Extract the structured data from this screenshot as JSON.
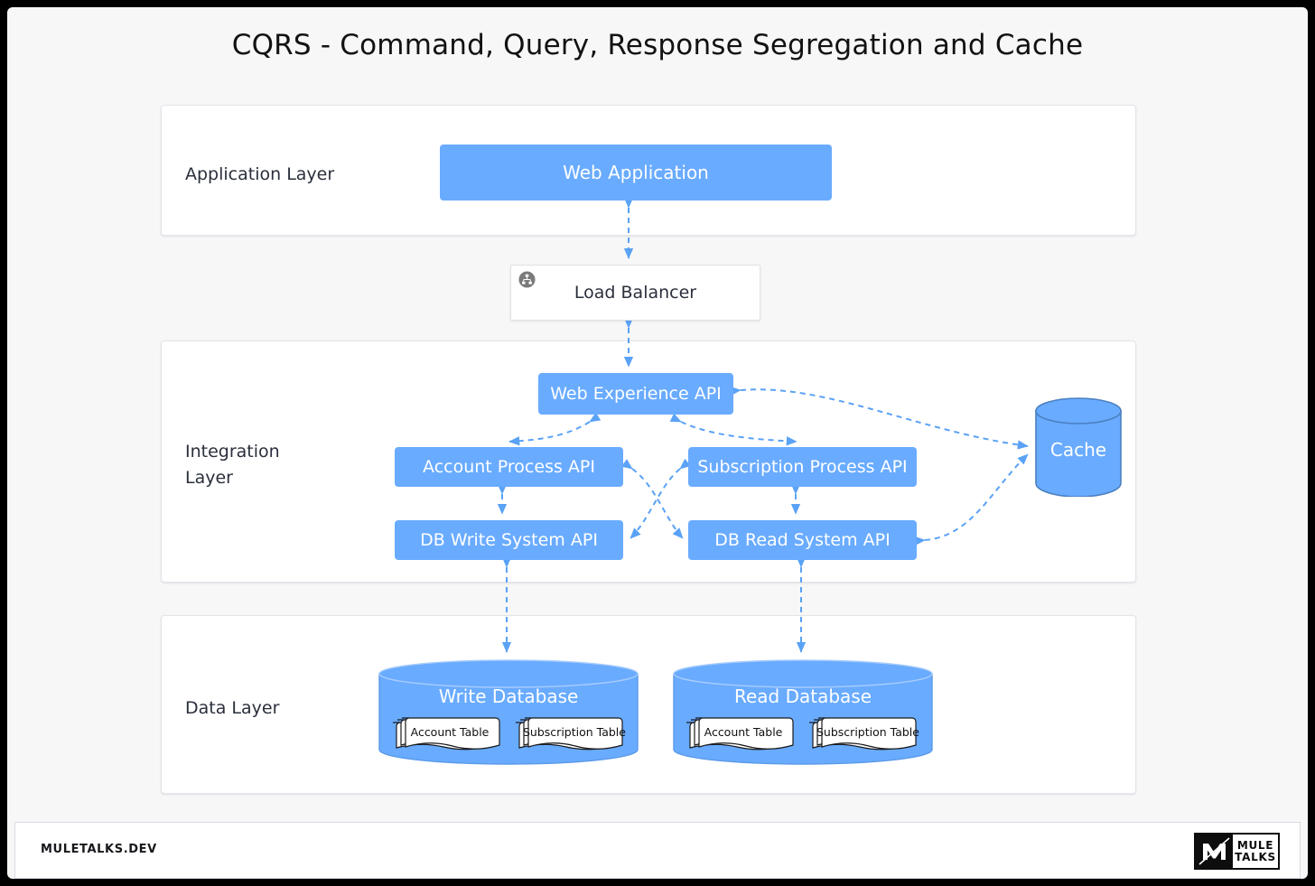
{
  "title": "CQRS - Command, Query, Response Segregation and Cache",
  "colors": {
    "node_blue": "#69abff",
    "node_blue_stroke": "#4f8fe0",
    "arrow_blue": "#5aa2f5",
    "panel_bg": "#ffffff",
    "page_bg": "#f7f7f8",
    "text_dark": "#2a2f3b",
    "frame_black": "#000000"
  },
  "layers": {
    "application": {
      "label": "Application Layer",
      "nodes": [
        {
          "name": "web-application",
          "label": "Web Application"
        }
      ]
    },
    "integration": {
      "label": "Integration\nLayer",
      "nodes": [
        {
          "name": "web-experience-api",
          "label": "Web Experience API"
        },
        {
          "name": "account-process-api",
          "label": "Account Process API"
        },
        {
          "name": "subscription-process-api",
          "label": "Subscription Process API"
        },
        {
          "name": "db-write-system-api",
          "label": "DB Write System API"
        },
        {
          "name": "db-read-system-api",
          "label": "DB Read System API"
        },
        {
          "name": "cache",
          "label": "Cache",
          "shape": "cylinder"
        }
      ]
    },
    "data": {
      "label": "Data Layer",
      "nodes": [
        {
          "name": "write-database",
          "label": "Write Database",
          "shape": "cylinder",
          "tables": [
            "Account Table",
            "Subscription Table"
          ]
        },
        {
          "name": "read-database",
          "label": "Read Database",
          "shape": "cylinder",
          "tables": [
            "Account Table",
            "Subscription Table"
          ]
        }
      ]
    }
  },
  "load_balancer": {
    "label": "Load Balancer",
    "icon": "sitemap-icon"
  },
  "connections": [
    {
      "from": "web-application",
      "to": "load-balancer",
      "style": "dashed",
      "direction": "both"
    },
    {
      "from": "load-balancer",
      "to": "web-experience-api",
      "style": "dashed",
      "direction": "both"
    },
    {
      "from": "web-experience-api",
      "to": "account-process-api",
      "style": "dashed",
      "direction": "both"
    },
    {
      "from": "web-experience-api",
      "to": "subscription-process-api",
      "style": "dashed",
      "direction": "both"
    },
    {
      "from": "web-experience-api",
      "to": "cache",
      "style": "dashed",
      "direction": "both"
    },
    {
      "from": "account-process-api",
      "to": "db-write-system-api",
      "style": "dashed",
      "direction": "both"
    },
    {
      "from": "subscription-process-api",
      "to": "db-read-system-api",
      "style": "dashed",
      "direction": "both"
    },
    {
      "from": "account-process-api",
      "to": "db-read-system-api",
      "style": "dashed",
      "direction": "both"
    },
    {
      "from": "subscription-process-api",
      "to": "db-write-system-api",
      "style": "dashed",
      "direction": "both"
    },
    {
      "from": "db-read-system-api",
      "to": "cache",
      "style": "dashed",
      "direction": "both"
    },
    {
      "from": "db-write-system-api",
      "to": "write-database",
      "style": "dashed",
      "direction": "both"
    },
    {
      "from": "db-read-system-api",
      "to": "read-database",
      "style": "dashed",
      "direction": "both"
    }
  ],
  "footer": {
    "brand": "MULETALKS.DEV",
    "logo": {
      "line1": "MULE",
      "line2": "TALKS"
    }
  }
}
